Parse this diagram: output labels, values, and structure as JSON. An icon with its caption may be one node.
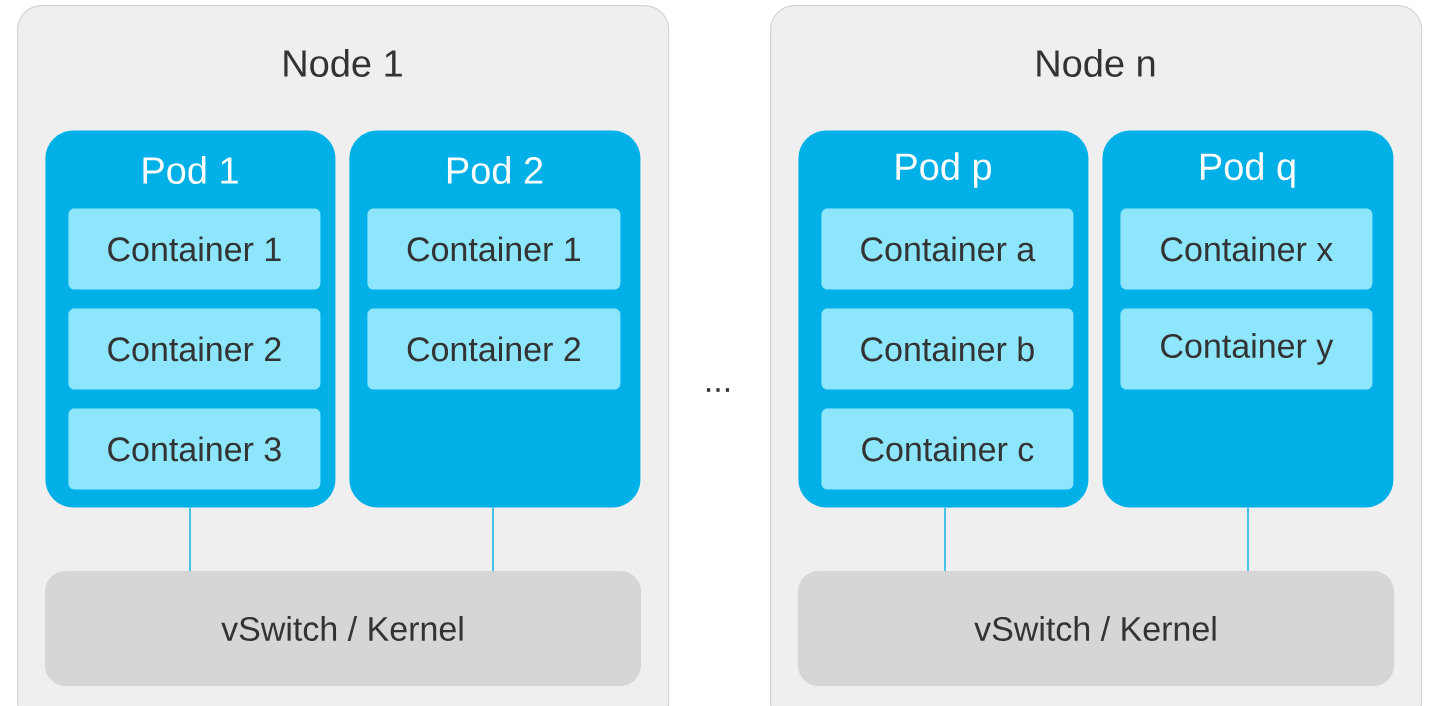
{
  "diagram": {
    "nodes": [
      {
        "text": [
          "Node 1"
        ]
      },
      {
        "text": [
          "Pod 1"
        ],
        "in": 0
      },
      {
        "text": [
          "Container 1"
        ],
        "in": 1
      },
      {
        "text": [
          "Container 2"
        ],
        "in": 1
      },
      {
        "text": [
          "Container 3"
        ],
        "in": 1
      },
      {
        "text": [
          "Pod 2"
        ],
        "in": 0
      },
      {
        "text": [
          "Container 1"
        ],
        "in": 5
      },
      {
        "text": [
          "Container 2"
        ],
        "in": 5
      },
      {
        "text": [
          "vSwitch / Kernel"
        ],
        "in": 0
      },
      {
        "text": [
          "Node n"
        ]
      },
      {
        "text": [
          "Pod p"
        ],
        "in": 9
      },
      {
        "text": [
          "Container a"
        ],
        "in": 10
      },
      {
        "text": [
          "Container b"
        ],
        "in": 10
      },
      {
        "text": [
          "Container c"
        ],
        "in": 10
      },
      {
        "text": [
          "Pod q"
        ],
        "in": 9
      },
      {
        "text": [
          "Container x"
        ],
        "in": 14
      },
      {
        "text": [
          "Container y"
        ],
        "in": 14
      },
      {
        "text": [
          "vSwitch / Kernel"
        ],
        "in": 9
      }
    ],
    "edges": [
      {
        "from": 1,
        "to": 8,
        "arrow": "none"
      },
      {
        "from": 5,
        "to": 8,
        "arrow": "none"
      },
      {
        "from": 10,
        "to": 17,
        "arrow": "none"
      },
      {
        "from": 14,
        "to": 17,
        "arrow": "none"
      }
    ],
    "labels": [
      "..."
    ]
  }
}
